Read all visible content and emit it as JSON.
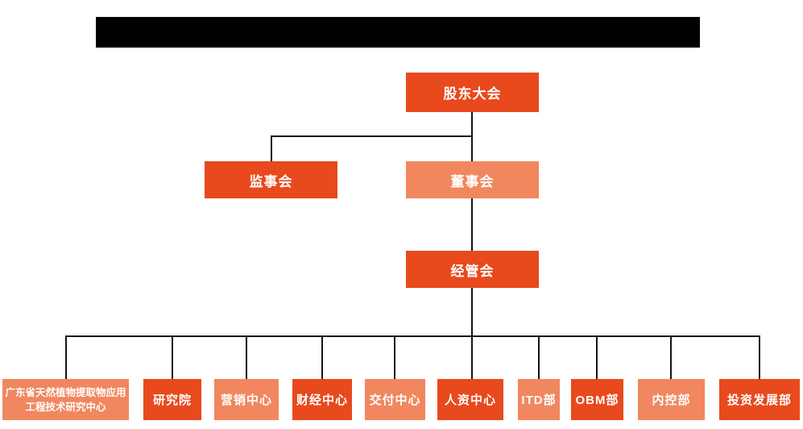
{
  "colors": {
    "primary": "#E8491D",
    "secondary": "#F0875F",
    "line": "#141414",
    "titlebar": "#000000"
  },
  "org_chart": {
    "title_bar": {
      "redacted": true
    },
    "level1": {
      "label": "股东大会"
    },
    "level2": [
      {
        "label": "监事会"
      },
      {
        "label": "董事会"
      }
    ],
    "level3": {
      "label": "经管会"
    },
    "departments": [
      {
        "label": "广东省天然植物提取物应用工程技术研究中心"
      },
      {
        "label": "研究院"
      },
      {
        "label": "营销中心"
      },
      {
        "label": "财经中心"
      },
      {
        "label": "交付中心"
      },
      {
        "label": "人资中心"
      },
      {
        "label": "ITD部"
      },
      {
        "label": "OBM部"
      },
      {
        "label": "内控部"
      },
      {
        "label": "投资发展部"
      }
    ]
  }
}
